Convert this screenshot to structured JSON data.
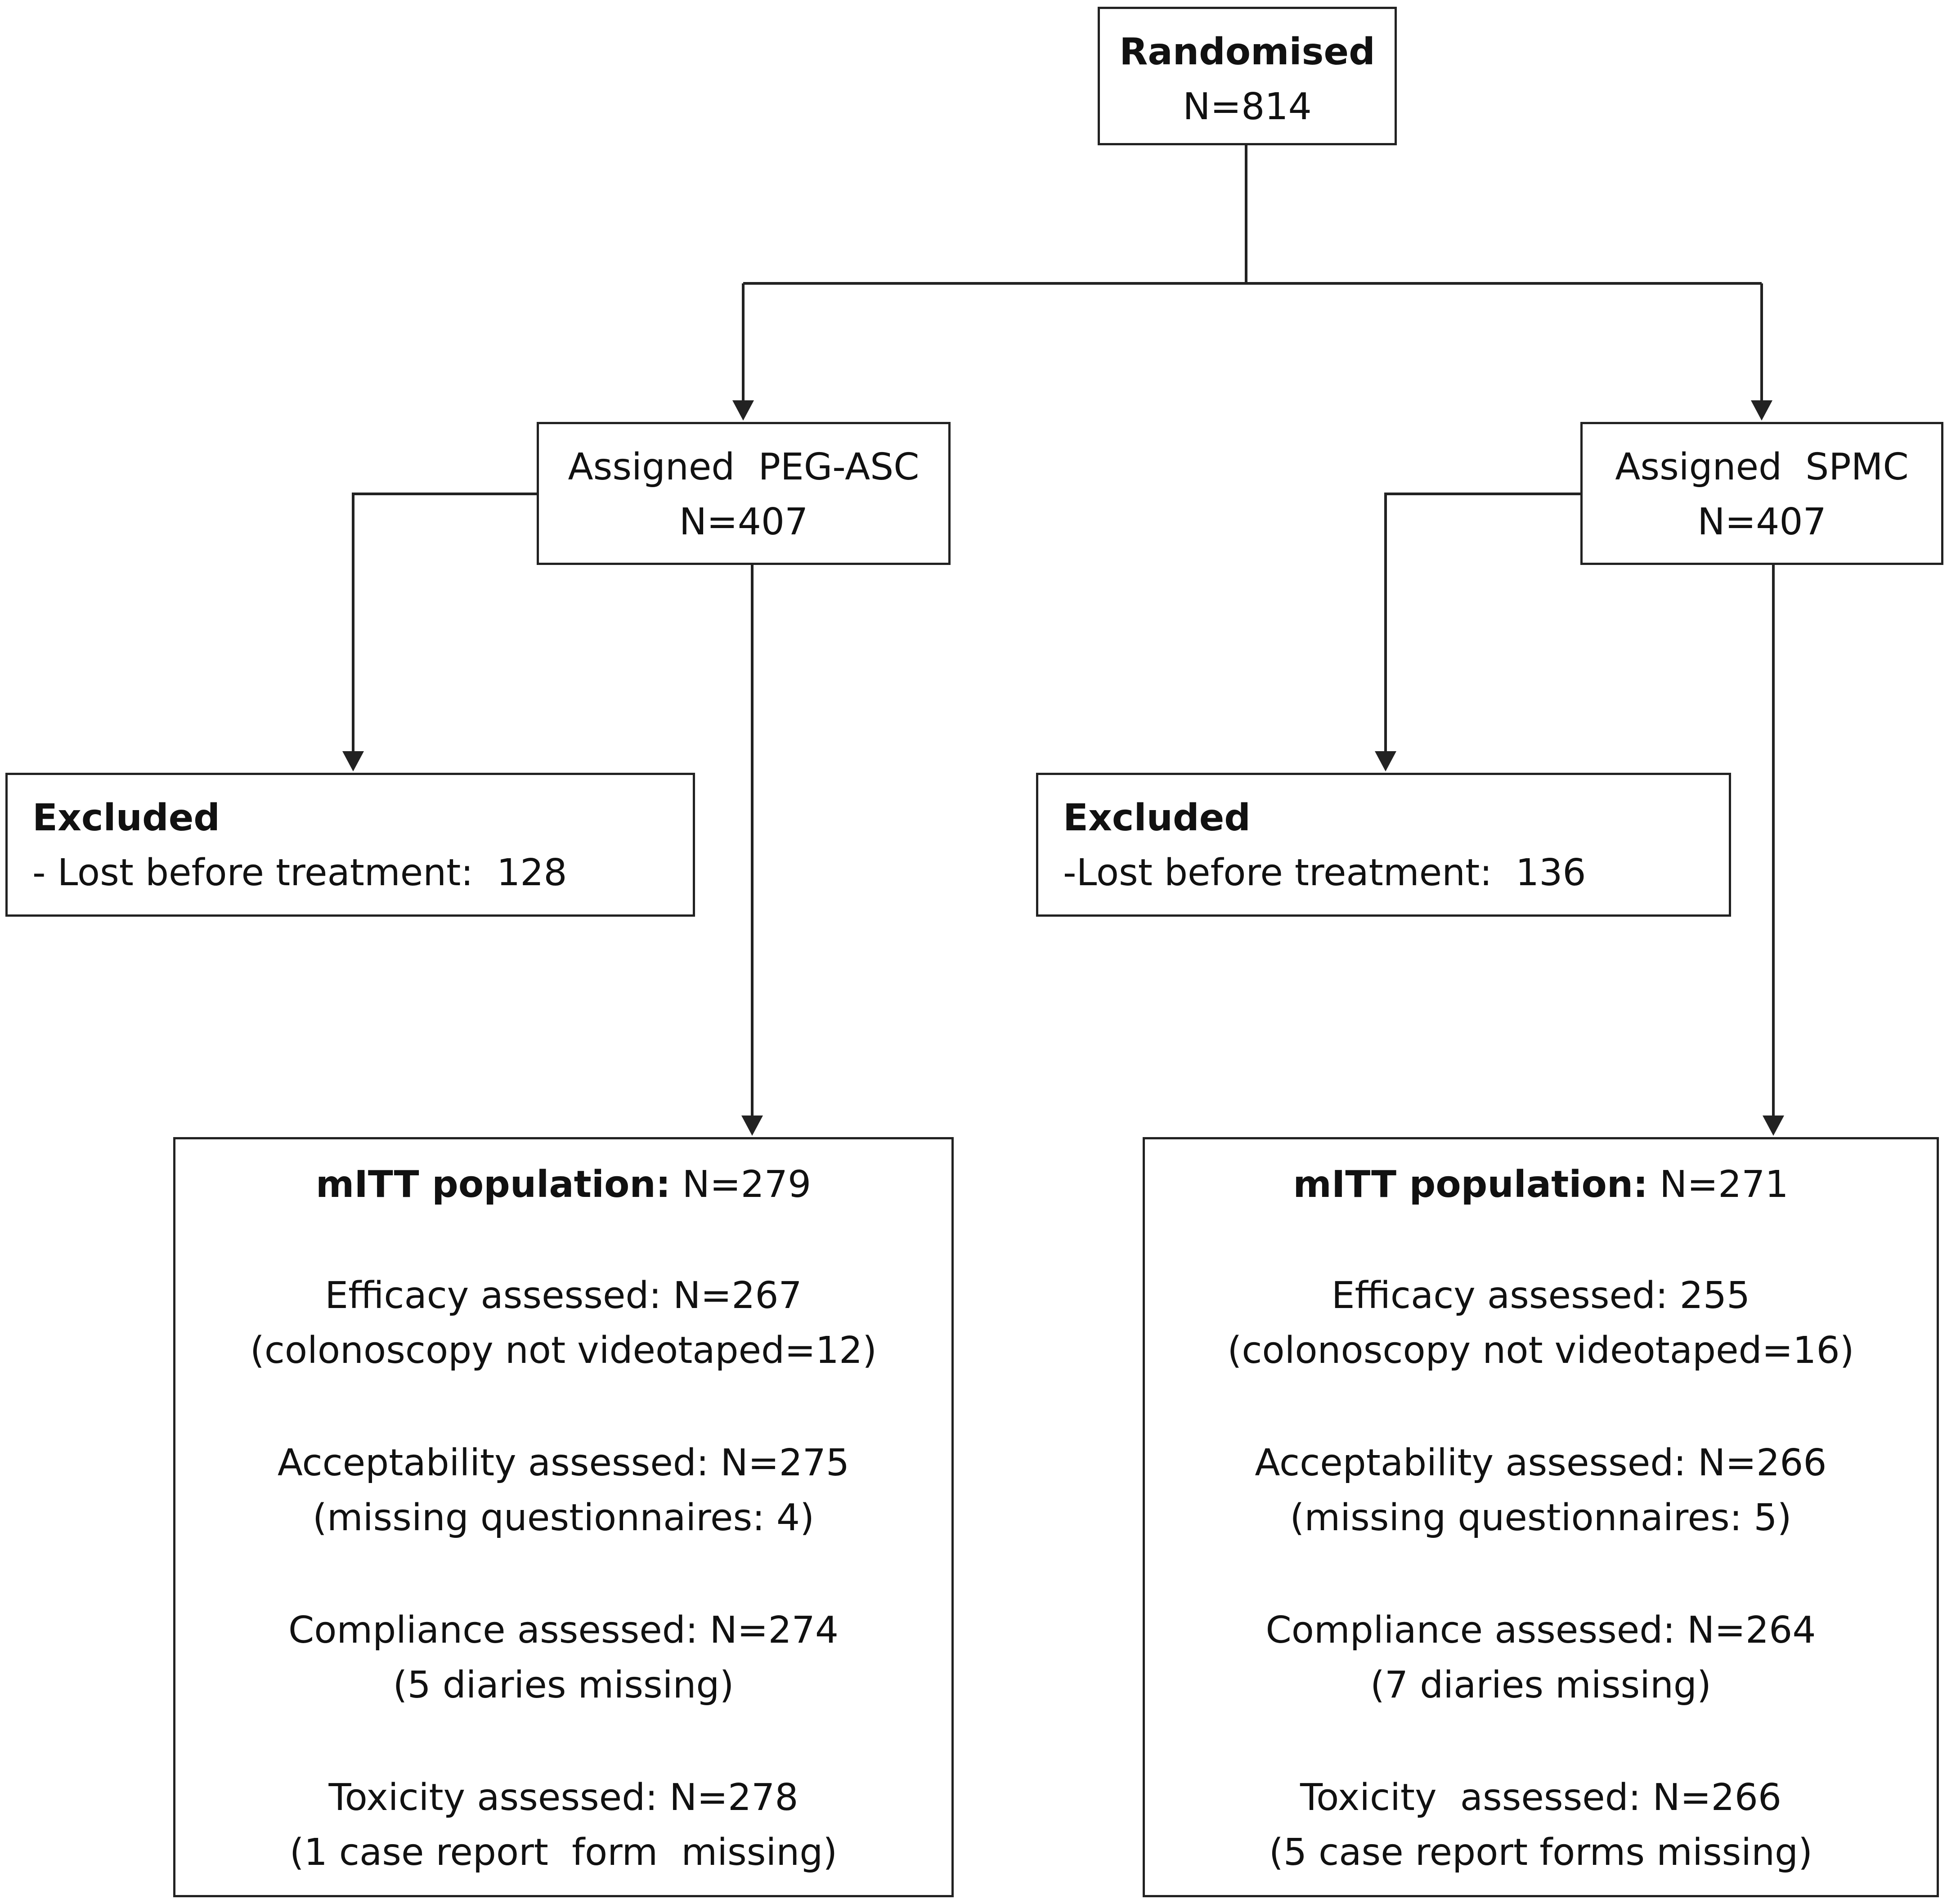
{
  "randomised": {
    "title": "Randomised",
    "n": "N=814"
  },
  "arm_a": {
    "assigned_label": "Assigned  PEG-ASC",
    "assigned_n": "N=407",
    "excluded_title": "Excluded",
    "excluded_detail": "- Lost before treatment:  128",
    "mitt_label": "mITT population:",
    "mitt_n": " N=279",
    "efficacy": "Efficacy assessed: N=267",
    "efficacy_note": "(colonoscopy not videotaped=12)",
    "acceptability": "Acceptability assessed: N=275",
    "acceptability_note": "(missing questionnaires: 4)",
    "compliance": "Compliance assessed: N=274",
    "compliance_note": "(5 diaries missing)",
    "toxicity": "Toxicity assessed: N=278",
    "toxicity_note": "(1 case report  form  missing)"
  },
  "arm_b": {
    "assigned_label": "Assigned  SPMC",
    "assigned_n": "N=407",
    "excluded_title": "Excluded",
    "excluded_detail": "-Lost before treatment:  136",
    "mitt_label": "mITT population:",
    "mitt_n": " N=271",
    "efficacy": "Efficacy assessed: 255",
    "efficacy_note": "(colonoscopy not videotaped=16)",
    "acceptability": "Acceptability assessed: N=266",
    "acceptability_note": "(missing questionnaires: 5)",
    "compliance": "Compliance assessed: N=264",
    "compliance_note": "(7 diaries missing)",
    "toxicity": "Toxicity  assessed: N=266",
    "toxicity_note": "(5 case report forms missing)"
  }
}
